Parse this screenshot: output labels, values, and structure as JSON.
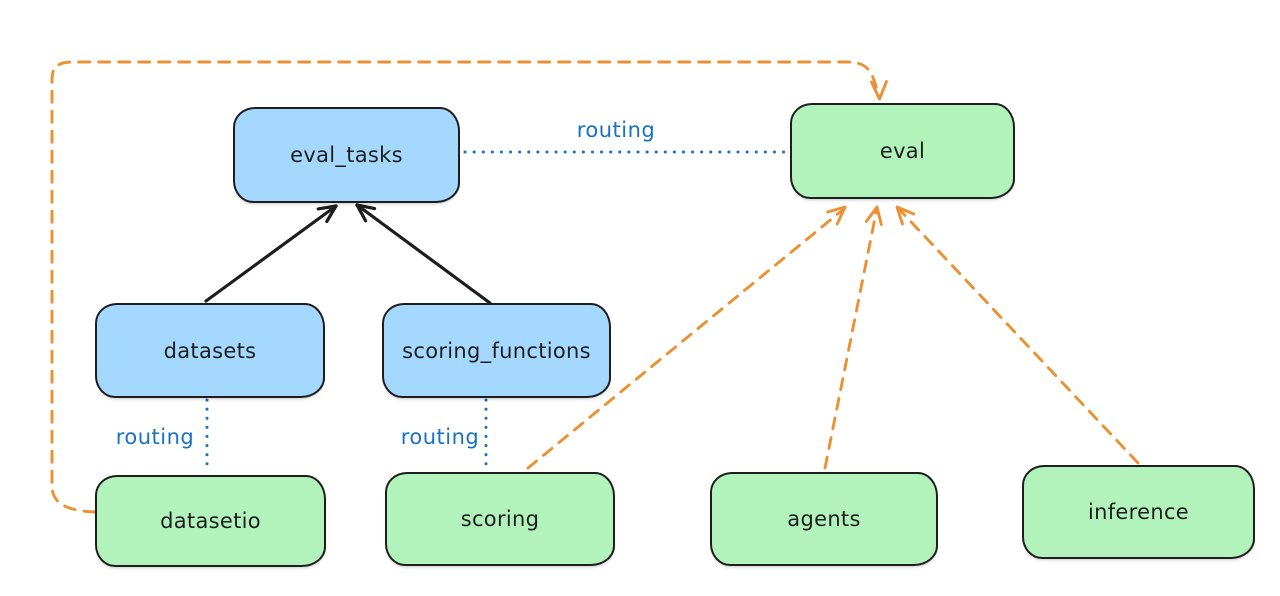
{
  "diagram": {
    "nodes": [
      {
        "id": "eval_tasks",
        "label": "eval_tasks",
        "kind": "api",
        "fill": "#a5d8ff"
      },
      {
        "id": "eval",
        "label": "eval",
        "kind": "provider",
        "fill": "#b2f2bb"
      },
      {
        "id": "datasets",
        "label": "datasets",
        "kind": "api",
        "fill": "#a5d8ff"
      },
      {
        "id": "scoring_functions",
        "label": "scoring_functions",
        "kind": "api",
        "fill": "#a5d8ff"
      },
      {
        "id": "datasetio",
        "label": "datasetio",
        "kind": "provider",
        "fill": "#b2f2bb"
      },
      {
        "id": "scoring",
        "label": "scoring",
        "kind": "provider",
        "fill": "#b2f2bb"
      },
      {
        "id": "agents",
        "label": "agents",
        "kind": "provider",
        "fill": "#b2f2bb"
      },
      {
        "id": "inference",
        "label": "inference",
        "kind": "provider",
        "fill": "#b2f2bb"
      }
    ],
    "edges": [
      {
        "from": "eval_tasks",
        "to": "eval",
        "label": "routing",
        "style": "dotted-blue"
      },
      {
        "from": "datasets",
        "to": "datasetio",
        "label": "routing",
        "style": "dotted-blue"
      },
      {
        "from": "scoring_functions",
        "to": "scoring",
        "label": "routing",
        "style": "dotted-blue"
      },
      {
        "from": "datasets",
        "to": "eval_tasks",
        "style": "solid-black-arrow"
      },
      {
        "from": "scoring_functions",
        "to": "eval_tasks",
        "style": "solid-black-arrow"
      },
      {
        "from": "scoring",
        "to": "eval",
        "style": "dashed-orange-arrow"
      },
      {
        "from": "agents",
        "to": "eval",
        "style": "dashed-orange-arrow"
      },
      {
        "from": "inference",
        "to": "eval",
        "style": "dashed-orange-arrow"
      },
      {
        "from": "datasetio",
        "to": "eval",
        "style": "dashed-orange-arrow-routed"
      }
    ],
    "colors": {
      "api_blue_fill": "#a5d8ff",
      "provider_green_fill": "#b2f2bb",
      "node_stroke": "#1e1e1e",
      "routing_blue": "#1971c2",
      "orange_dash": "#eb9134",
      "background": "#ffffff"
    }
  }
}
